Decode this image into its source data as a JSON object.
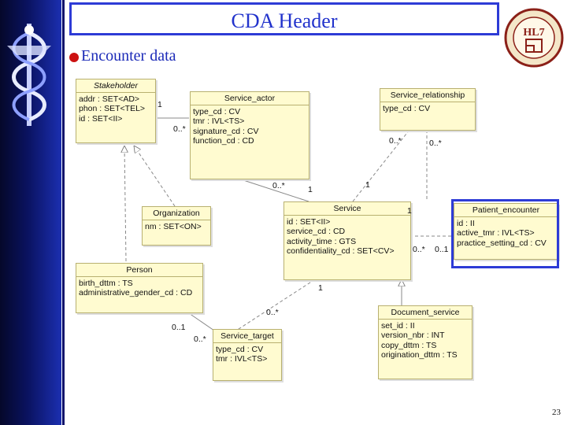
{
  "slide": {
    "title": "CDA Header",
    "subtitle": "Encounter data",
    "page_number": "23",
    "hl7_logo_text": "HL7"
  },
  "colors": {
    "title": "#2233cc",
    "bullet": "#cc1111",
    "class_fill": "#fffbd0",
    "highlight_border": "#2d3bd6",
    "sidebar": "#0a1260"
  },
  "icons": [
    "caduceus-logo",
    "hl7-logo"
  ],
  "classes": {
    "stakeholder": {
      "name": "Stakeholder",
      "attrs": [
        "addr : SET<AD>",
        "phon : SET<TEL>",
        "id : SET<II>"
      ]
    },
    "service_actor": {
      "name": "Service_actor",
      "attrs": [
        "type_cd : CV",
        "tmr : IVL<TS>",
        "signature_cd : CV",
        "function_cd : CD"
      ]
    },
    "service_relationship": {
      "name": "Service_relationship",
      "attrs": [
        "type_cd : CV"
      ]
    },
    "organization": {
      "name": "Organization",
      "attrs": [
        "nm : SET<ON>"
      ]
    },
    "service": {
      "name": "Service",
      "attrs": [
        "id : SET<II>",
        "service_cd : CD",
        "activity_time : GTS",
        "confidentiality_cd : SET<CV>"
      ]
    },
    "patient_encounter": {
      "name": "Patient_encounter",
      "attrs": [
        "id : II",
        "active_tmr : IVL<TS>",
        "practice_setting_cd : CV"
      ]
    },
    "person": {
      "name": "Person",
      "attrs": [
        "birth_dttm : TS",
        "administrative_gender_cd : CD"
      ]
    },
    "document_service": {
      "name": "Document_service",
      "attrs": [
        "set_id : II",
        "version_nbr : INT",
        "copy_dttm : TS",
        "origination_dttm : TS"
      ]
    },
    "service_target": {
      "name": "Service_target",
      "attrs": [
        "type_cd : CV",
        "tmr : IVL<TS>"
      ]
    }
  },
  "multiplicities": {
    "stakeholder_one": "1",
    "actor_many": "0..*",
    "rel_left_many": "0..*",
    "rel_right_many": "0..*",
    "actor_service_many": "0..*",
    "actor_service_one": "1",
    "rel_service_one": "1",
    "encounter_one": "1",
    "encounter_service_many": "0..*",
    "encounter_zero_one": "0..1",
    "service_target_one": "1",
    "target_many": "0..*",
    "person_zero_one": "0..1",
    "target_many_2": "0..*"
  }
}
